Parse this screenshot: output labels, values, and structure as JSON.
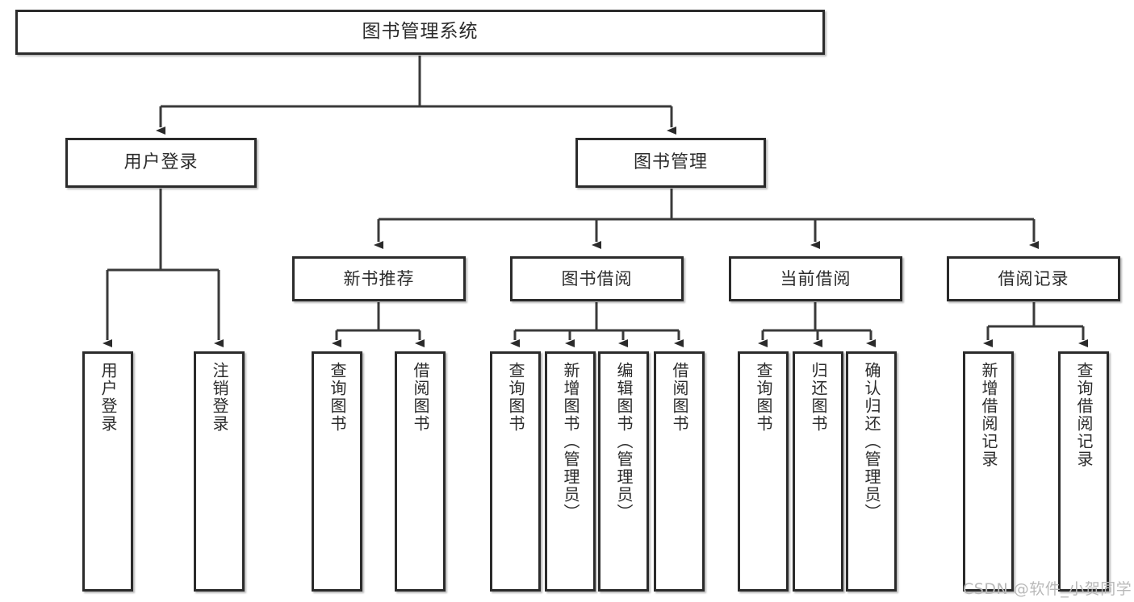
{
  "diagram": {
    "title": "图书管理系统",
    "type": "tree-hierarchy-diagram",
    "theme": {
      "background": "#ffffff",
      "box_border": "#2b2b2b",
      "box_fill": "#ffffff",
      "connector": "#3a3a3a",
      "watermark_color": "#b9b9b9"
    },
    "root": {
      "label": "图书管理系统"
    },
    "level2": [
      {
        "label": "用户登录"
      },
      {
        "label": "图书管理"
      }
    ],
    "level3": [
      {
        "label": "新书推荐"
      },
      {
        "label": "图书借阅"
      },
      {
        "label": "当前借阅"
      },
      {
        "label": "借阅记录"
      }
    ],
    "leaves": {
      "user_login": [
        {
          "label": "用户登录"
        },
        {
          "label": "注销登录"
        }
      ],
      "new_book_recommend": [
        {
          "label": "查询图书"
        },
        {
          "label": "借阅图书"
        }
      ],
      "book_borrow": [
        {
          "label": "查询图书"
        },
        {
          "label": "新增图书（管理员）"
        },
        {
          "label": "编辑图书（管理员）"
        },
        {
          "label": "借阅图书"
        }
      ],
      "current_borrow": [
        {
          "label": "查询图书"
        },
        {
          "label": "归还图书"
        },
        {
          "label": "确认归还（管理员）"
        }
      ],
      "borrow_record": [
        {
          "label": "新增借阅记录"
        },
        {
          "label": "查询借阅记录"
        }
      ]
    }
  },
  "watermark": {
    "text": "CSDN @软件_小贺同学"
  }
}
